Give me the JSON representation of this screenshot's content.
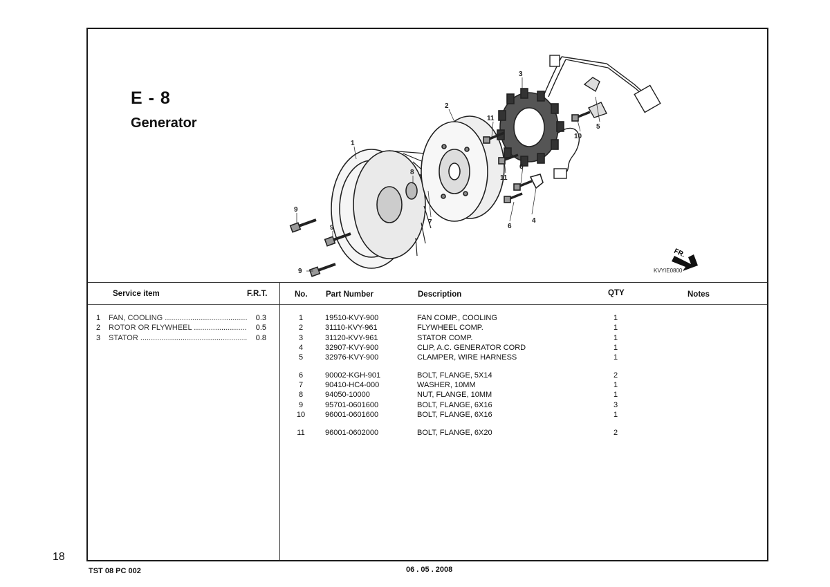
{
  "section": {
    "code": "E - 8",
    "title": "Generator"
  },
  "diagram": {
    "ref_code": "KVYIE0800",
    "direction_label": "FR.",
    "callouts": [
      "1",
      "2",
      "3",
      "4",
      "5",
      "6",
      "6",
      "7",
      "8",
      "9",
      "9",
      "9",
      "10",
      "11",
      "11"
    ]
  },
  "service_table": {
    "header_item": "Service item",
    "header_frt": "F.R.T.",
    "rows": [
      {
        "num": "1",
        "name": "FAN, COOLING",
        "frt": "0.3"
      },
      {
        "num": "2",
        "name": "ROTOR OR FLYWHEEL",
        "frt": "0.5"
      },
      {
        "num": "3",
        "name": "STATOR",
        "frt": "0.8"
      }
    ]
  },
  "parts_table": {
    "headers": {
      "no": "No.",
      "part_number": "Part Number",
      "description": "Description",
      "qty": "QTY",
      "notes": "Notes"
    },
    "rows": [
      {
        "no": "1",
        "part_number": "19510-KVY-900",
        "description": "FAN COMP., COOLING",
        "qty": "1"
      },
      {
        "no": "2",
        "part_number": "31110-KVY-961",
        "description": "FLYWHEEL COMP.",
        "qty": "1"
      },
      {
        "no": "3",
        "part_number": "31120-KVY-961",
        "description": "STATOR COMP.",
        "qty": "1"
      },
      {
        "no": "4",
        "part_number": "32907-KVY-900",
        "description": "CLIP, A.C. GENERATOR CORD",
        "qty": "1"
      },
      {
        "no": "5",
        "part_number": "32976-KVY-900",
        "description": "CLAMPER, WIRE HARNESS",
        "qty": "1"
      },
      {
        "no": "6",
        "part_number": "90002-KGH-901",
        "description": "BOLT, FLANGE, 5X14",
        "qty": "2"
      },
      {
        "no": "7",
        "part_number": "90410-HC4-000",
        "description": "WASHER, 10MM",
        "qty": "1"
      },
      {
        "no": "8",
        "part_number": "94050-10000",
        "description": "NUT, FLANGE, 10MM",
        "qty": "1"
      },
      {
        "no": "9",
        "part_number": "95701-0601600",
        "description": "BOLT, FLANGE, 6X16",
        "qty": "3"
      },
      {
        "no": "10",
        "part_number": "96001-0601600",
        "description": "BOLT, FLANGE, 6X16",
        "qty": "1"
      },
      {
        "no": "11",
        "part_number": "96001-0602000",
        "description": "BOLT, FLANGE, 6X20",
        "qty": "2"
      }
    ]
  },
  "footer": {
    "page_number": "18",
    "doc_code": "TST 08 PC 002",
    "date": "06 . 05 . 2008"
  }
}
